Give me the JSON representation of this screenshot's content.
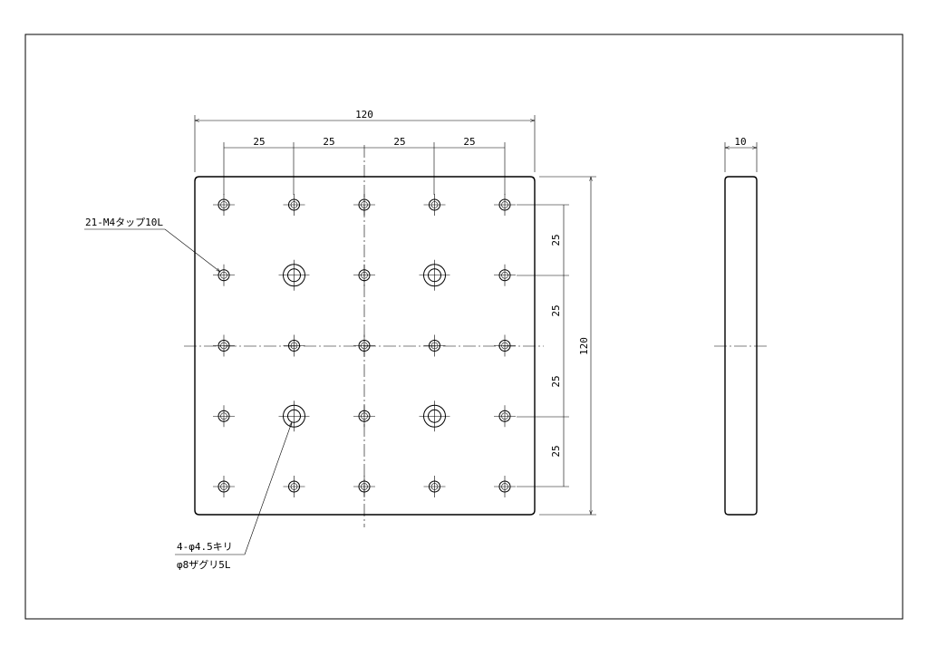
{
  "drawing": {
    "front_view": {
      "overall_width": "120",
      "hole_pitch_horizontal": [
        "25",
        "25",
        "25",
        "25"
      ],
      "overall_height": "120",
      "hole_pitch_vertical": [
        "25",
        "25",
        "25",
        "25"
      ],
      "hole_grid": {
        "columns": 5,
        "rows": 5
      },
      "counterbore_positions": [
        [
          1,
          1
        ],
        [
          3,
          1
        ],
        [
          1,
          3
        ],
        [
          3,
          3
        ]
      ]
    },
    "side_view": {
      "thickness": "10"
    },
    "notes": {
      "tapped_holes": "21-M4タップ10L",
      "through_holes_line1": "4-φ4.5キリ",
      "through_holes_line2": "φ8ザグリ5L"
    }
  }
}
